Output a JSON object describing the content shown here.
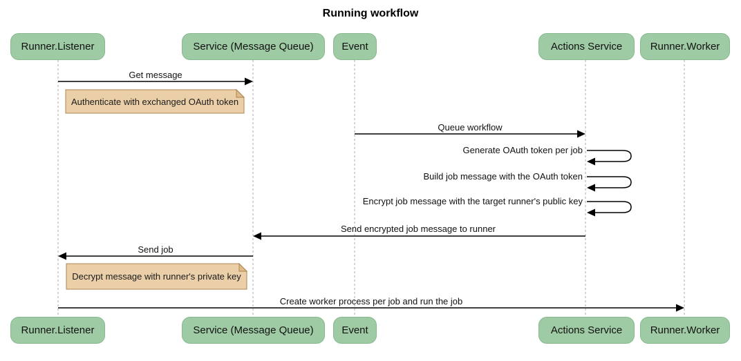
{
  "title": "Running workflow",
  "diagram_type": "sequence",
  "actors": [
    {
      "id": "runner-listener",
      "label": "Runner.Listener"
    },
    {
      "id": "service-mq",
      "label": "Service (Message Queue)"
    },
    {
      "id": "event",
      "label": "Event"
    },
    {
      "id": "actions-service",
      "label": "Actions Service"
    },
    {
      "id": "runner-worker",
      "label": "Runner.Worker"
    }
  ],
  "messages": [
    {
      "label": "Get message",
      "from": "Runner.Listener",
      "to": "Service (Message Queue)",
      "type": "arrow"
    },
    {
      "label": "Queue workflow",
      "from": "Event",
      "to": "Actions Service",
      "type": "arrow"
    },
    {
      "label": "Generate OAuth token per job",
      "from": "Actions Service",
      "to": "Actions Service",
      "type": "self"
    },
    {
      "label": "Build job message with the OAuth token",
      "from": "Actions Service",
      "to": "Actions Service",
      "type": "self"
    },
    {
      "label": "Encrypt job message with the target runner's public key",
      "from": "Actions Service",
      "to": "Actions Service",
      "type": "self"
    },
    {
      "label": "Send encrypted job message to runner",
      "from": "Actions Service",
      "to": "Service (Message Queue)",
      "type": "arrow"
    },
    {
      "label": "Send job",
      "from": "Service (Message Queue)",
      "to": "Runner.Listener",
      "type": "arrow"
    },
    {
      "label": "Create worker process per job and run the job",
      "from": "Runner.Listener",
      "to": "Runner.Worker",
      "type": "arrow"
    }
  ],
  "notes": [
    {
      "label": "Authenticate with exchanged OAuth token",
      "position": "right of Runner.Listener"
    },
    {
      "label": "Decrypt message with runner's private key",
      "position": "right of Runner.Listener"
    }
  ],
  "colors": {
    "actor_fill": "#9ecba4",
    "actor_border": "#86b98e",
    "note_fill": "#ebcfa9",
    "note_border": "#ae864e",
    "note_fold": "#deba88",
    "lifeline": "#a9a9a9",
    "arrow": "#000000",
    "background": "#ffffff"
  }
}
